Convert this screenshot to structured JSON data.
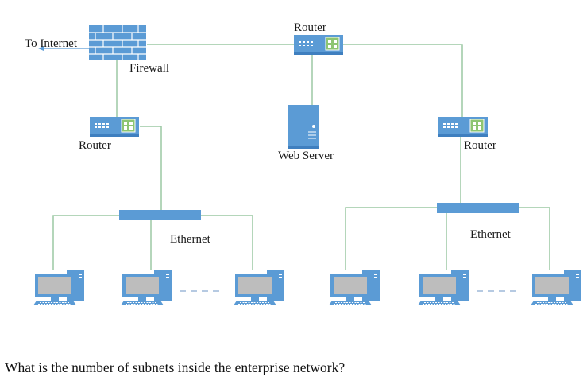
{
  "diagram": {
    "labels": {
      "to_internet": "To Internet",
      "firewall": "Firewall",
      "router_top": "Router",
      "router_left": "Router",
      "router_right": "Router",
      "web_server": "Web Server",
      "ethernet_left": "Ethernet",
      "ethernet_right": "Ethernet"
    },
    "colors": {
      "link": "#9cc8a4",
      "link_internet": "#5b9bd5",
      "device": "#5b9bd5",
      "device_dark": "#3f7fbf",
      "screen": "#bdbdbd",
      "router_port": "#8dc572"
    },
    "icons": {
      "firewall": "brick-wall-icon",
      "router": "router-icon",
      "server": "server-tower-icon",
      "workstation": "desktop-computer-icon",
      "ethernet": "ethernet-bus-bar"
    }
  },
  "question": {
    "text": "What is the number of subnets inside the enterprise network?"
  }
}
